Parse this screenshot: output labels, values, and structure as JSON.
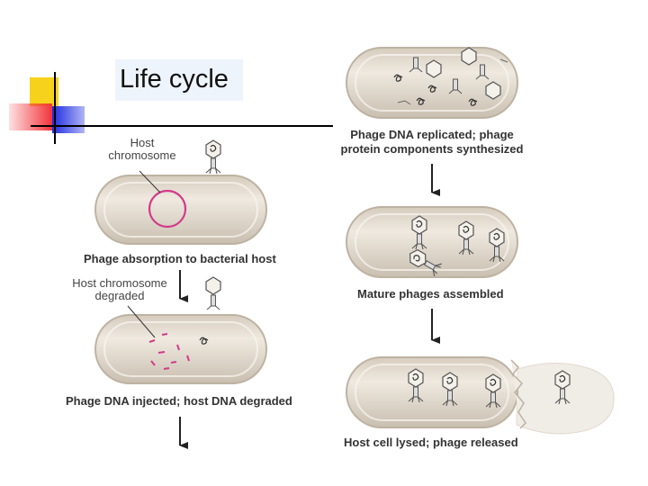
{
  "slide": {
    "title": "Life cycle"
  },
  "steps": {
    "absorption": {
      "caption": "Phage absorption to bacterial host",
      "label_line1": "Host",
      "label_line2": "chromosome"
    },
    "injection": {
      "caption": "Phage DNA injected; host DNA degraded",
      "label_line1": "Host chromosome",
      "label_line2": "degraded"
    },
    "replication": {
      "caption_line1": "Phage DNA replicated; phage",
      "caption_line2": "protein components synthesized"
    },
    "assembly": {
      "caption": "Mature phages assembled"
    },
    "lysis": {
      "caption": "Host cell lysed; phage released"
    }
  },
  "colors": {
    "cell_fill": "#e4dcd0",
    "cell_rim": "#cfc5b6",
    "chromosome": "#d23a8a",
    "arrow": "#222222",
    "accent_yellow": "#f7d21c",
    "accent_red": "#f2333a",
    "accent_blue": "#1d2be0"
  }
}
